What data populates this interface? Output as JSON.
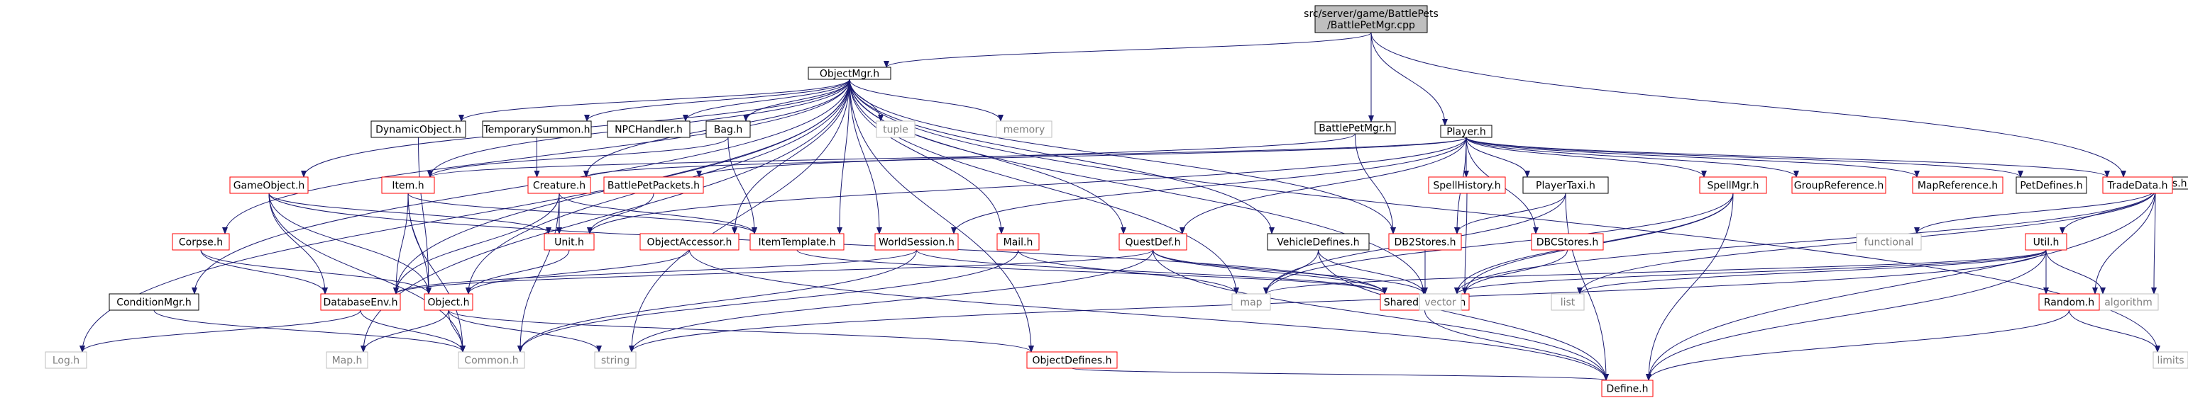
{
  "colors": {
    "root_fill": "#bfbfbf",
    "normal_border": "#000000",
    "red_border": "#ff0000",
    "gray_border": "#bfbfbf",
    "red_text": "#ff0000",
    "gray_text": "#7f7f7f",
    "black_text": "#000000",
    "edge": "#191970"
  },
  "nodes": [
    {
      "id": "root",
      "lines": [
        "src/server/game/BattlePets",
        "/BattlePetMgr.cpp"
      ],
      "style": "root"
    },
    {
      "id": "objectmgr",
      "lines": [
        "ObjectMgr.h"
      ],
      "style": "normal"
    },
    {
      "id": "battlepetmgr_h",
      "lines": [
        "BattlePetMgr.h"
      ],
      "style": "normal"
    },
    {
      "id": "player",
      "lines": [
        "Player.h"
      ],
      "style": "normal"
    },
    {
      "id": "containers",
      "lines": [
        "Containers.h"
      ],
      "style": "normal"
    },
    {
      "id": "dynamicobject",
      "lines": [
        "DynamicObject.h"
      ],
      "style": "normal"
    },
    {
      "id": "temporarysummon",
      "lines": [
        "TemporarySummon.h"
      ],
      "style": "normal"
    },
    {
      "id": "npchandler",
      "lines": [
        "NPCHandler.h"
      ],
      "style": "normal"
    },
    {
      "id": "bag",
      "lines": [
        "Bag.h"
      ],
      "style": "normal"
    },
    {
      "id": "tuple",
      "lines": [
        "tuple"
      ],
      "style": "gray"
    },
    {
      "id": "memory",
      "lines": [
        "memory"
      ],
      "style": "gray"
    },
    {
      "id": "gameobject",
      "lines": [
        "GameObject.h"
      ],
      "style": "red"
    },
    {
      "id": "item",
      "lines": [
        "Item.h"
      ],
      "style": "red"
    },
    {
      "id": "creature",
      "lines": [
        "Creature.h"
      ],
      "style": "red"
    },
    {
      "id": "battlepetpackets",
      "lines": [
        "BattlePetPackets.h"
      ],
      "style": "red"
    },
    {
      "id": "corpse",
      "lines": [
        "Corpse.h"
      ],
      "style": "red"
    },
    {
      "id": "objectaccessor",
      "lines": [
        "ObjectAccessor.h"
      ],
      "style": "red"
    },
    {
      "id": "unit",
      "lines": [
        "Unit.h"
      ],
      "style": "red"
    },
    {
      "id": "itemtemplate",
      "lines": [
        "ItemTemplate.h"
      ],
      "style": "red"
    },
    {
      "id": "worldsession",
      "lines": [
        "WorldSession.h"
      ],
      "style": "red"
    },
    {
      "id": "mail",
      "lines": [
        "Mail.h"
      ],
      "style": "red"
    },
    {
      "id": "questdef",
      "lines": [
        "QuestDef.h"
      ],
      "style": "red"
    },
    {
      "id": "vehicledefines",
      "lines": [
        "VehicleDefines.h"
      ],
      "style": "normal"
    },
    {
      "id": "spellhistory",
      "lines": [
        "SpellHistory.h"
      ],
      "style": "red"
    },
    {
      "id": "playertaxi",
      "lines": [
        "PlayerTaxi.h"
      ],
      "style": "normal"
    },
    {
      "id": "spellmgr",
      "lines": [
        "SpellMgr.h"
      ],
      "style": "red"
    },
    {
      "id": "groupreference",
      "lines": [
        "GroupReference.h"
      ],
      "style": "red"
    },
    {
      "id": "mapreference",
      "lines": [
        "MapReference.h"
      ],
      "style": "red"
    },
    {
      "id": "petdefines",
      "lines": [
        "PetDefines.h"
      ],
      "style": "normal"
    },
    {
      "id": "tradedata",
      "lines": [
        "TradeData.h"
      ],
      "style": "red"
    },
    {
      "id": "db2stores",
      "lines": [
        "DB2Stores.h"
      ],
      "style": "red"
    },
    {
      "id": "dbcstores",
      "lines": [
        "DBCStores.h"
      ],
      "style": "red"
    },
    {
      "id": "conditionmgr",
      "lines": [
        "ConditionMgr.h"
      ],
      "style": "normal"
    },
    {
      "id": "databaseenv",
      "lines": [
        "DatabaseEnv.h"
      ],
      "style": "red"
    },
    {
      "id": "object",
      "lines": [
        "Object.h"
      ],
      "style": "red"
    },
    {
      "id": "shareddefines",
      "lines": [
        "SharedDefines.h"
      ],
      "style": "red"
    },
    {
      "id": "map",
      "lines": [
        "map"
      ],
      "style": "gray"
    },
    {
      "id": "vector",
      "lines": [
        "vector"
      ],
      "style": "gray"
    },
    {
      "id": "list",
      "lines": [
        "list"
      ],
      "style": "gray"
    },
    {
      "id": "functional",
      "lines": [
        "functional"
      ],
      "style": "gray"
    },
    {
      "id": "util",
      "lines": [
        "Util.h"
      ],
      "style": "red"
    },
    {
      "id": "algorithm",
      "lines": [
        "algorithm"
      ],
      "style": "gray"
    },
    {
      "id": "random",
      "lines": [
        "Random.h"
      ],
      "style": "red"
    },
    {
      "id": "limits",
      "lines": [
        "limits"
      ],
      "style": "gray"
    },
    {
      "id": "string",
      "lines": [
        "string"
      ],
      "style": "gray"
    },
    {
      "id": "log",
      "lines": [
        "Log.h"
      ],
      "style": "gray"
    },
    {
      "id": "map_h",
      "lines": [
        "Map.h"
      ],
      "style": "gray"
    },
    {
      "id": "common",
      "lines": [
        "Common.h"
      ],
      "style": "gray"
    },
    {
      "id": "objectdefines",
      "lines": [
        "ObjectDefines.h"
      ],
      "style": "red"
    },
    {
      "id": "define",
      "lines": [
        "Define.h"
      ],
      "style": "red"
    }
  ],
  "edges": [
    [
      "root",
      "objectmgr"
    ],
    [
      "root",
      "battlepetmgr_h"
    ],
    [
      "root",
      "player"
    ],
    [
      "root",
      "containers"
    ],
    [
      "objectmgr",
      "dynamicobject"
    ],
    [
      "objectmgr",
      "temporarysummon"
    ],
    [
      "objectmgr",
      "npchandler"
    ],
    [
      "objectmgr",
      "bag"
    ],
    [
      "objectmgr",
      "tuple"
    ],
    [
      "objectmgr",
      "memory"
    ],
    [
      "objectmgr",
      "gameobject"
    ],
    [
      "objectmgr",
      "item"
    ],
    [
      "objectmgr",
      "creature"
    ],
    [
      "objectmgr",
      "corpse"
    ],
    [
      "objectmgr",
      "objectaccessor"
    ],
    [
      "objectmgr",
      "itemtemplate"
    ],
    [
      "objectmgr",
      "worldsession"
    ],
    [
      "objectmgr",
      "mail"
    ],
    [
      "objectmgr",
      "questdef"
    ],
    [
      "objectmgr",
      "vehicledefines"
    ],
    [
      "objectmgr",
      "db2stores"
    ],
    [
      "objectmgr",
      "conditionmgr"
    ],
    [
      "objectmgr",
      "databaseenv"
    ],
    [
      "objectmgr",
      "object"
    ],
    [
      "objectmgr",
      "map"
    ],
    [
      "objectmgr",
      "string"
    ],
    [
      "objectmgr",
      "log"
    ],
    [
      "objectmgr",
      "map_h"
    ],
    [
      "objectmgr",
      "objectdefines"
    ],
    [
      "objectmgr",
      "limits"
    ],
    [
      "objectmgr",
      "vector"
    ],
    [
      "battlepetmgr_h",
      "battlepetpackets"
    ],
    [
      "battlepetmgr_h",
      "db2stores"
    ],
    [
      "player",
      "item"
    ],
    [
      "player",
      "creature"
    ],
    [
      "player",
      "spellhistory"
    ],
    [
      "player",
      "playertaxi"
    ],
    [
      "player",
      "spellmgr"
    ],
    [
      "player",
      "groupreference"
    ],
    [
      "player",
      "mapreference"
    ],
    [
      "player",
      "petdefines"
    ],
    [
      "player",
      "tradedata"
    ],
    [
      "player",
      "db2stores"
    ],
    [
      "player",
      "dbcstores"
    ],
    [
      "player",
      "questdef"
    ],
    [
      "player",
      "worldsession"
    ],
    [
      "player",
      "unit"
    ],
    [
      "containers",
      "functional"
    ],
    [
      "containers",
      "util"
    ],
    [
      "containers",
      "list"
    ],
    [
      "containers",
      "vector"
    ],
    [
      "containers",
      "random"
    ],
    [
      "containers",
      "algorithm"
    ],
    [
      "containers",
      "define"
    ],
    [
      "dynamicobject",
      "object"
    ],
    [
      "temporarysummon",
      "creature"
    ],
    [
      "bag",
      "item"
    ],
    [
      "bag",
      "itemtemplate"
    ],
    [
      "gameobject",
      "unit"
    ],
    [
      "gameobject",
      "object"
    ],
    [
      "gameobject",
      "databaseenv"
    ],
    [
      "gameobject",
      "shareddefines"
    ],
    [
      "gameobject",
      "common"
    ],
    [
      "item",
      "object"
    ],
    [
      "item",
      "databaseenv"
    ],
    [
      "item",
      "itemtemplate"
    ],
    [
      "item",
      "common"
    ],
    [
      "creature",
      "unit"
    ],
    [
      "creature",
      "itemtemplate"
    ],
    [
      "creature",
      "databaseenv"
    ],
    [
      "creature",
      "common"
    ],
    [
      "battlepetpackets",
      "unit"
    ],
    [
      "corpse",
      "object"
    ],
    [
      "corpse",
      "databaseenv"
    ],
    [
      "objectaccessor",
      "object"
    ],
    [
      "objectaccessor",
      "define"
    ],
    [
      "unit",
      "object"
    ],
    [
      "itemtemplate",
      "shareddefines"
    ],
    [
      "worldsession",
      "databaseenv"
    ],
    [
      "worldsession",
      "common"
    ],
    [
      "worldsession",
      "shareddefines"
    ],
    [
      "mail",
      "common"
    ],
    [
      "mail",
      "map"
    ],
    [
      "questdef",
      "databaseenv"
    ],
    [
      "questdef",
      "shareddefines"
    ],
    [
      "questdef",
      "string"
    ],
    [
      "questdef",
      "vector"
    ],
    [
      "questdef",
      "define"
    ],
    [
      "vehicledefines",
      "define"
    ],
    [
      "vehicledefines",
      "map"
    ],
    [
      "vehicledefines",
      "vector"
    ],
    [
      "spellhistory",
      "shareddefines"
    ],
    [
      "playertaxi",
      "db2stores"
    ],
    [
      "playertaxi",
      "map"
    ],
    [
      "playertaxi",
      "define"
    ],
    [
      "spellmgr",
      "shareddefines"
    ],
    [
      "spellmgr",
      "map"
    ],
    [
      "spellmgr",
      "vector"
    ],
    [
      "spellmgr",
      "define"
    ],
    [
      "db2stores",
      "shareddefines"
    ],
    [
      "dbcstores",
      "shareddefines"
    ],
    [
      "conditionmgr",
      "common"
    ],
    [
      "databaseenv",
      "common"
    ],
    [
      "databaseenv",
      "log"
    ],
    [
      "object",
      "common"
    ],
    [
      "object",
      "map_h"
    ],
    [
      "object",
      "objectdefines"
    ],
    [
      "object",
      "string"
    ],
    [
      "shareddefines",
      "define"
    ],
    [
      "util",
      "map"
    ],
    [
      "util",
      "vector"
    ],
    [
      "util",
      "list"
    ],
    [
      "util",
      "algorithm"
    ],
    [
      "util",
      "random"
    ],
    [
      "util",
      "string"
    ],
    [
      "util",
      "define"
    ],
    [
      "random",
      "limits"
    ],
    [
      "random",
      "define"
    ],
    [
      "objectdefines",
      "define"
    ]
  ]
}
